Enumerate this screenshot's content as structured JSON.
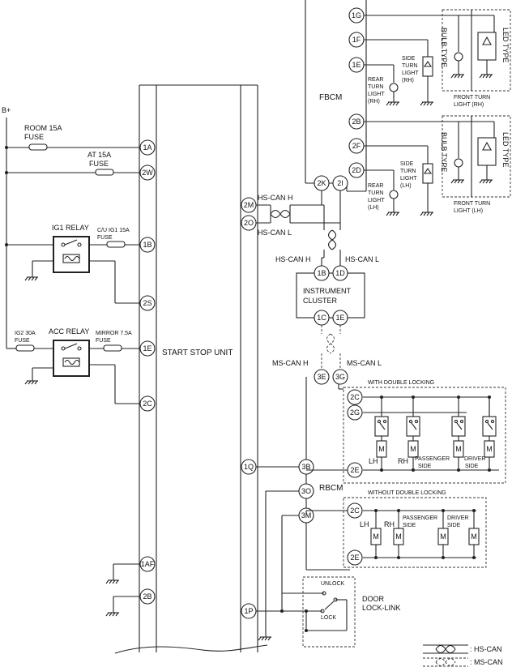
{
  "supply": "B+",
  "ssu": {
    "title": "START STOP UNIT",
    "terminals": [
      "1A",
      "2W",
      "1B",
      "2S",
      "1E",
      "2C",
      "1Q",
      "1AF",
      "2B",
      "1P",
      "2M",
      "2O"
    ]
  },
  "fuses": {
    "room": [
      "ROOM 15A",
      "FUSE"
    ],
    "at": [
      "AT 15A",
      "FUSE"
    ],
    "cu_ig1": [
      "C/U IG1 15A",
      "FUSE"
    ],
    "ig2": [
      "IG2 30A",
      "FUSE"
    ],
    "mirror": [
      "MIRROR 7.5A",
      "FUSE"
    ]
  },
  "relays": {
    "ig1": "IG1 RELAY",
    "acc": "ACC RELAY"
  },
  "fbcm": {
    "title": "FBCM",
    "terminals": [
      "1G",
      "1F",
      "1E",
      "2B",
      "2F",
      "2D",
      "2K",
      "2I"
    ],
    "rear_rh": [
      "REAR",
      "TURN",
      "LIGHT",
      "(RH)"
    ],
    "side_rh": [
      "SIDE",
      "TURN",
      "LIGHT",
      "(RH)"
    ],
    "front_rh": [
      "FRONT TURN",
      "LIGHT (RH)"
    ],
    "rear_lh": [
      "REAR",
      "TURN",
      "LIGHT",
      "(LH)"
    ],
    "side_lh": [
      "SIDE",
      "TURN",
      "LIGHT",
      "(LH)"
    ],
    "front_lh": [
      "FRONT TURN",
      "LIGHT (LH)"
    ],
    "bulb_type": "BULB TYPE",
    "led_type": "LED TYPE"
  },
  "can": {
    "hs_h": "HS-CAN H",
    "hs_l": "HS-CAN L",
    "ms_h": "MS-CAN H",
    "ms_l": "MS-CAN L"
  },
  "cluster": {
    "title": [
      "INSTRUMENT",
      "CLUSTER"
    ],
    "terminals": [
      "1B",
      "1D",
      "1C",
      "1E"
    ]
  },
  "rbcm": {
    "title": "RBCM",
    "terminals": [
      "3E",
      "3G",
      "3B",
      "3O",
      "3M"
    ]
  },
  "double_locking": {
    "title": "WITH DOUBLE LOCKING",
    "terminals": [
      "2C",
      "2G",
      "2E"
    ],
    "lh": "LH",
    "rh": "RH",
    "passenger": [
      "PASSENGER",
      "SIDE"
    ],
    "driver": [
      "DRIVER",
      "SIDE"
    ]
  },
  "no_double_locking": {
    "title": "WITHOUT DOUBLE LOCKING",
    "terminals": [
      "2C",
      "2E"
    ],
    "lh": "LH",
    "rh": "RH",
    "passenger": [
      "PASSENGER",
      "SIDE"
    ],
    "driver": [
      "DRIVER",
      "SIDE"
    ]
  },
  "door_lock": {
    "title": [
      "DOOR",
      "LOCK-LINK"
    ],
    "unlock": "UNLOCK",
    "lock": "LOCK"
  },
  "legend": {
    "hs": ": HS-CAN",
    "ms": ": MS-CAN"
  },
  "motor_symbol": "M"
}
